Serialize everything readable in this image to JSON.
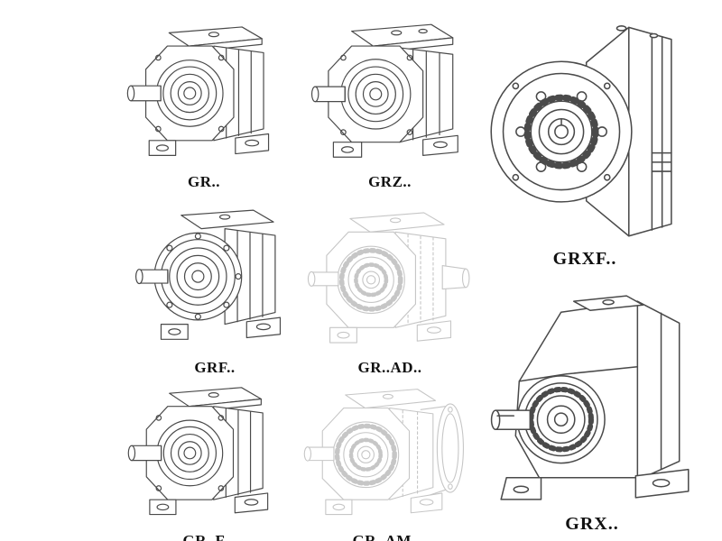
{
  "page": {
    "background": "#ffffff"
  },
  "colors": {
    "line": "#4a4a4a",
    "ghost_line": "#c6c6c6",
    "label": "#111111"
  },
  "figures": [
    {
      "id": "gr",
      "label": "GR.."
    },
    {
      "id": "grz",
      "label": "GRZ.."
    },
    {
      "id": "grxf",
      "label": "GRXF.."
    },
    {
      "id": "grf",
      "label": "GRF.."
    },
    {
      "id": "gr-ad",
      "label": "GR..AD.."
    },
    {
      "id": "gr-f",
      "label": "GR..F"
    },
    {
      "id": "gr-am",
      "label": "GR..AM.."
    },
    {
      "id": "grx",
      "label": "GRX.."
    }
  ]
}
